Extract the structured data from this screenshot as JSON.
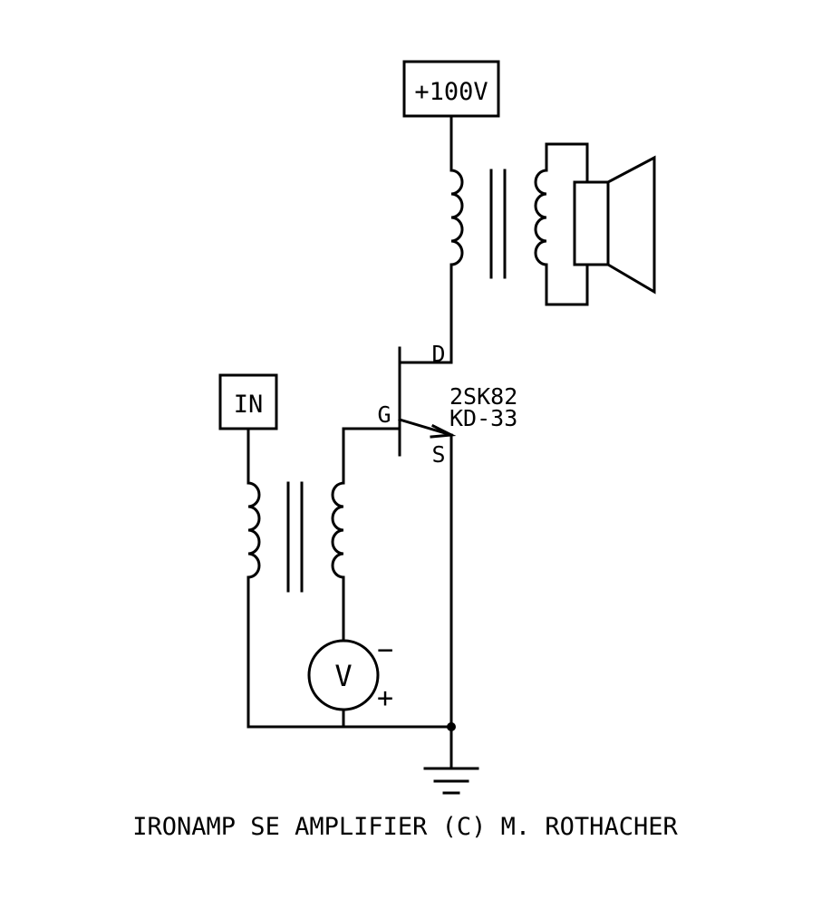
{
  "supply": {
    "label": "+100V"
  },
  "input": {
    "label": "IN"
  },
  "transistor": {
    "drain_label": "D",
    "gate_label": "G",
    "source_label": "S",
    "part_number": "2SK82",
    "part_alt": "KD-33"
  },
  "bias_source": {
    "label": "V",
    "minus_label": "−",
    "plus_label": "+"
  },
  "caption": "IRONAMP SE AMPLIFIER (C) M. ROTHACHER"
}
